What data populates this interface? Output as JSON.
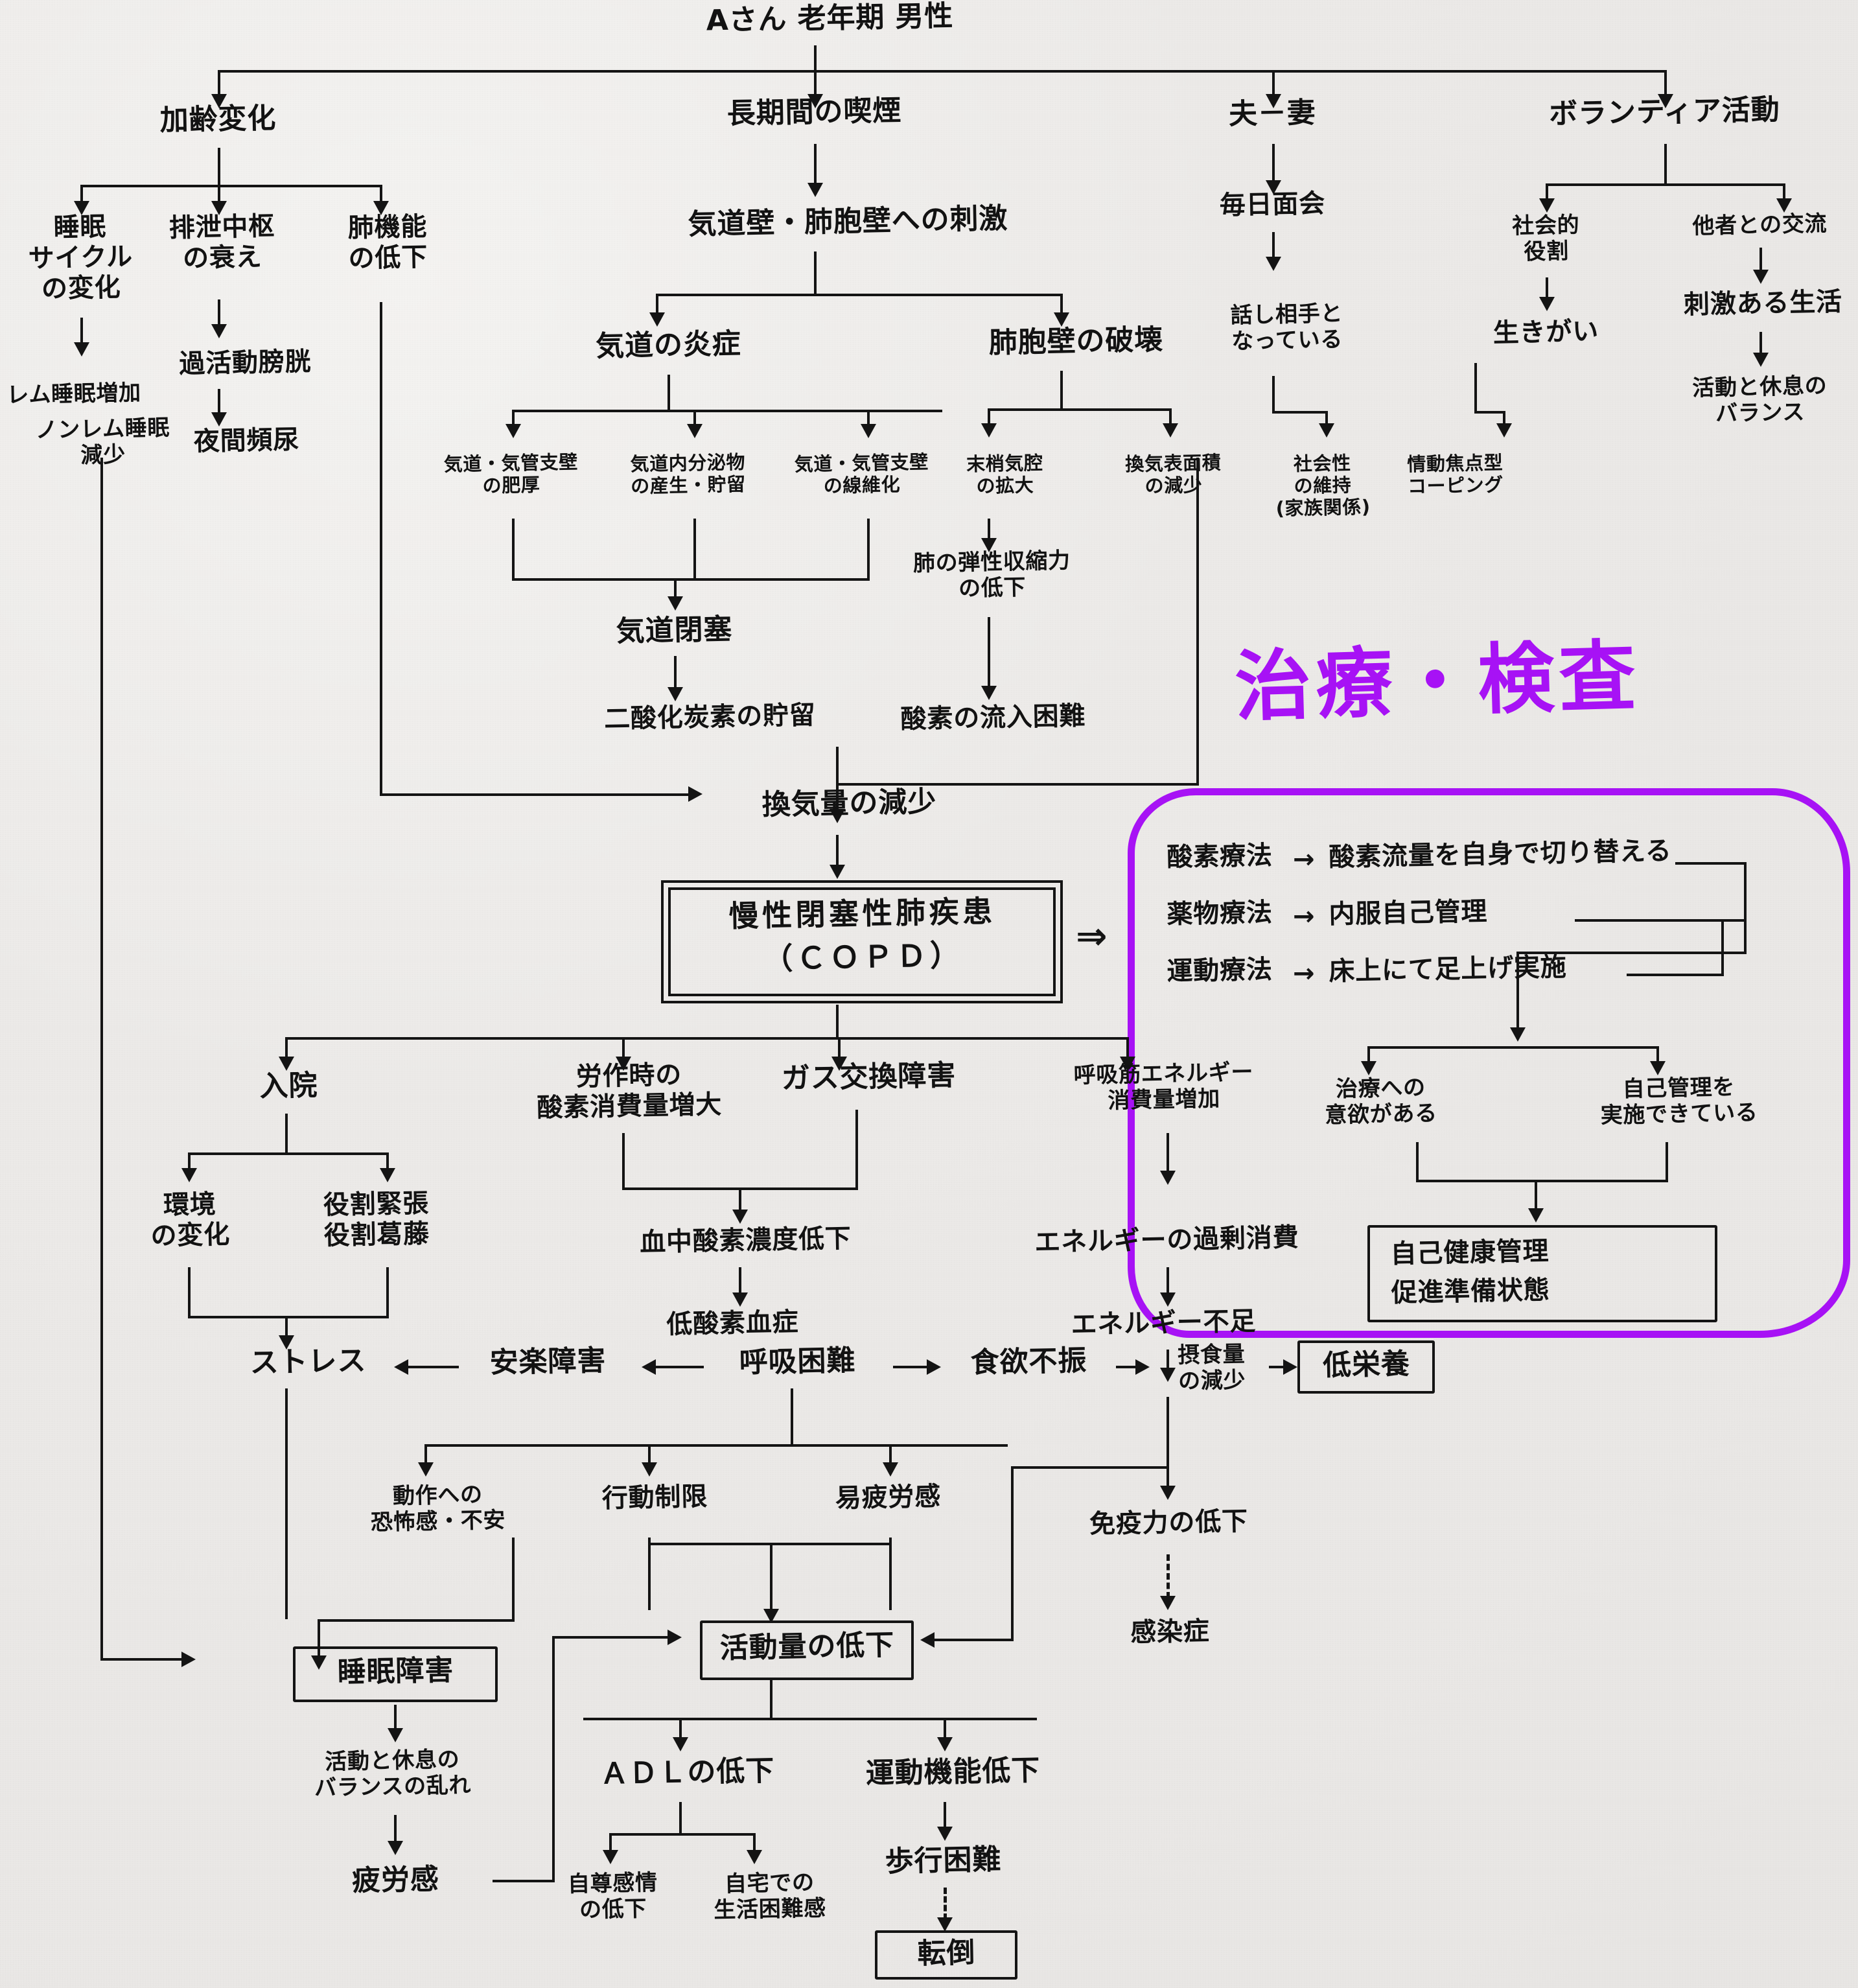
{
  "page": {
    "title": "Aさん 老年期 男性",
    "section_label_treatment": "治療・検査",
    "accent_purple": "#a712f5",
    "ink_black": "#141414",
    "paper": "#ebe9e7"
  },
  "nodes": {
    "root": "Aさん 老年期 男性",
    "aging_change": "加齢変化",
    "smoking": "長期間の喫煙",
    "husband_wife": "夫－妻",
    "volunteer": "ボランティア活動",
    "sleep_cycle": "睡眠\nサイクル\nの変化",
    "excretion_center": "排泄中枢\nの衰え",
    "lung_function_down": "肺機能\nの低下",
    "airway_stimulus": "気道壁・肺胞壁への刺激",
    "daily_visit": "毎日面会",
    "social_role": "社会的\n役割",
    "interaction_others": "他者との交流",
    "rem_increase": "レム睡眠増加",
    "nonrem_decrease": "ノンレム睡眠\n減少",
    "overactive_bladder": "過活動膀胱",
    "nocturia": "夜間頻尿",
    "airway_inflammation": "気道の炎症",
    "alveolar_destruction": "肺胞壁の破壊",
    "talk_partner": "話し相手と\nなっている",
    "ikigai": "生きがい",
    "stimulating_life": "刺激ある生活",
    "activity_rest_balance": "活動と休息の\nバランス",
    "bronchial_thickening": "気道・気管支壁\nの肥厚",
    "secretion_retention": "気道内分泌物\nの産生・貯留",
    "fibrosis": "気道・気管支壁\nの線維化",
    "peripheral_airspace": "末梢気腔\nの拡大",
    "vent_surface_decrease": "換気表面積\nの減少",
    "social_maintenance": "社会性\nの維持\n(家族関係)",
    "emotion_coping": "情動焦点型\nコーピング",
    "airway_obstruction": "気道閉塞",
    "elastic_recoil_down": "肺の弾性収縮力\nの低下",
    "co2_retention": "二酸化炭素の貯留",
    "o2_inflow_difficulty": "酸素の流入困難",
    "ventilation_decrease": "換気量の減少",
    "copd": "慢性閉塞性肺疾患\n（ＣＯＰＤ）",
    "hospitalization": "入院",
    "exertional_o2": "労作時の\n酸素消費量増大",
    "gas_exchange_disorder": "ガス交換障害",
    "resp_muscle_energy": "呼吸筋エネルギー\n消費量増加",
    "env_change": "環境\nの変化",
    "role_strain": "役割緊張\n役割葛藤",
    "blood_o2_down": "血中酸素濃度低下",
    "energy_overconsumption": "エネルギーの過剰消費",
    "hypoxemia": "低酸素血症",
    "energy_shortage": "エネルギー不足",
    "stress": "ストレス",
    "comfort_impairment": "安楽障害",
    "dyspnea": "呼吸困難",
    "anorexia": "食欲不振",
    "intake_decrease": "摂食量\nの減少",
    "malnutrition": "低栄養",
    "fear_of_movement": "動作への\n恐怖感・不安",
    "behavior_restriction": "行動制限",
    "easy_fatigue": "易疲労感",
    "immunity_down": "免疫力の低下",
    "infection": "感染症",
    "sleep_disorder": "睡眠障害",
    "activity_decrease": "活動量の低下",
    "activity_rest_imbalance": "活動と休息の\nバランスの乱れ",
    "adl_decline": "ＡＤＬの低下",
    "motor_function_decline": "運動機能低下",
    "gait_difficulty": "歩行困難",
    "fatigue_feeling": "疲労感",
    "self_esteem_down": "自尊感情\nの低下",
    "home_life_difficulty": "自宅での\n生活困難感",
    "fall": "転倒"
  },
  "treatment_panel": {
    "heading": "治療・検査",
    "therapies": [
      {
        "name": "酸素療法",
        "arrow": "→",
        "detail": "酸素流量を自身で切り替える"
      },
      {
        "name": "薬物療法",
        "arrow": "→",
        "detail": "内服自己管理"
      },
      {
        "name": "運動療法",
        "arrow": "→",
        "detail": "床上にて足上げ実施"
      }
    ],
    "outcomes": [
      "治療への\n意欲がある",
      "自己管理を\n実施できている"
    ],
    "diagnosis": "自己健康管理\n促進準備状態"
  },
  "symbols": {
    "double_arrow": "⇒",
    "arrow_right": "→",
    "arrow_left": "←"
  }
}
